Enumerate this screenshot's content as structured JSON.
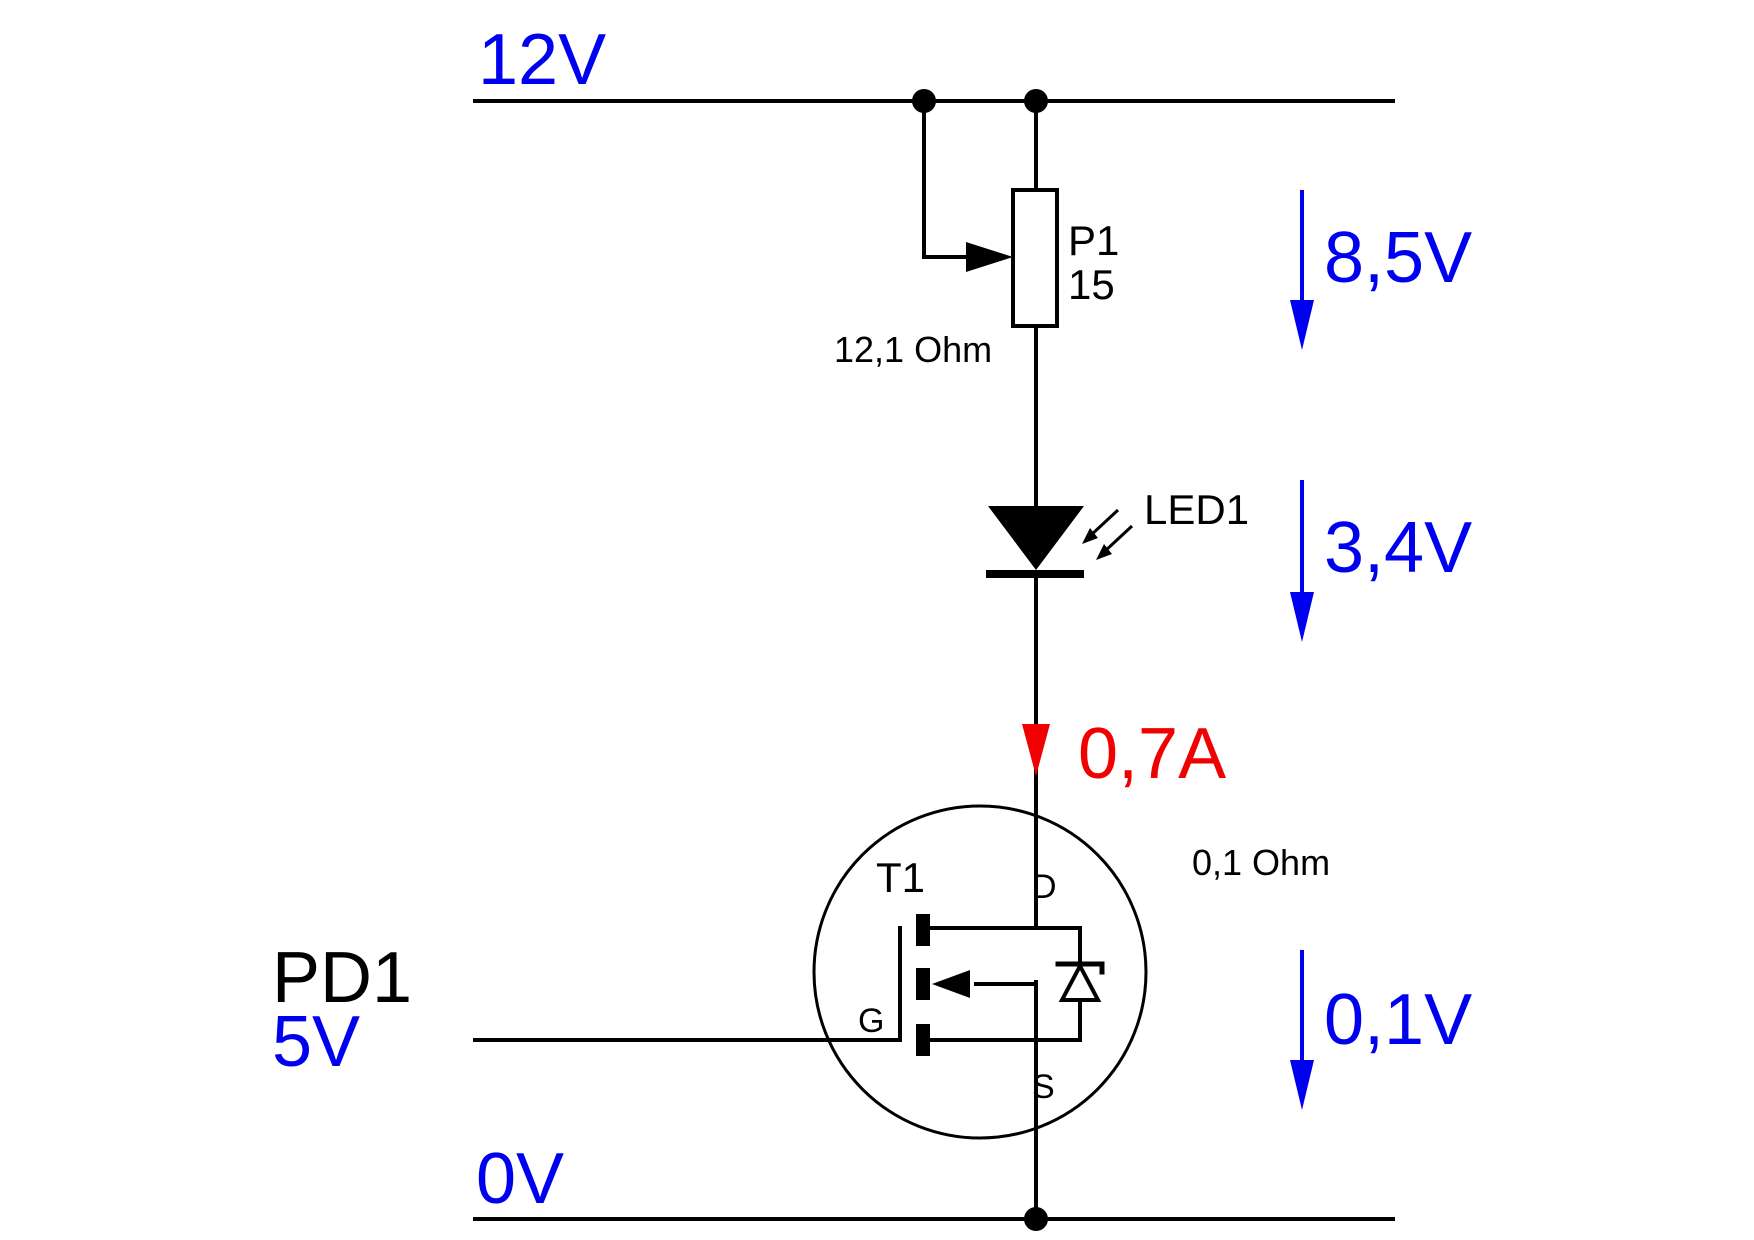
{
  "rails": {
    "top_voltage": "12V",
    "bottom_voltage": "0V"
  },
  "potentiometer": {
    "name": "P1",
    "value": "15",
    "set_resistance": "12,1 Ohm",
    "voltage_drop": "8,5V"
  },
  "led": {
    "name": "LED1",
    "voltage_drop": "3,4V"
  },
  "current": {
    "value": "0,7A"
  },
  "transistor": {
    "name": "T1",
    "drain_label": "D",
    "source_label": "S",
    "gate_label": "G",
    "on_resistance": "0,1 Ohm",
    "voltage_drop": "0,1V"
  },
  "input": {
    "pin_name": "PD1",
    "pin_voltage": "5V"
  },
  "colors": {
    "voltage": "#0000f0",
    "current": "#f00000",
    "wire": "#000000"
  }
}
